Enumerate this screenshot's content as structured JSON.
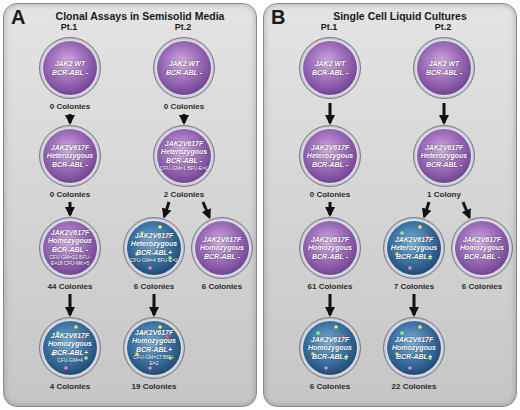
{
  "diagram": {
    "nodes": [
      {
        "text": [
          "A",
          "Clonal Assays in Semisolid Media"
        ]
      },
      {
        "text": [
          "JAK2 WT",
          "BCR-ABL -",
          "0 Colonies"
        ],
        "in": 0
      },
      {
        "text": [
          "JAK2V617F Heterozygous",
          "BCR-ABL -",
          "0 Colonies"
        ],
        "in": 0
      },
      {
        "text": [
          "JAK2V617F Homozygous",
          "BCR-ABL -",
          "CFU-GM=21 BFU-E=18 CFU-MK=5",
          "44 Colonies"
        ],
        "in": 0
      },
      {
        "text": [
          "JAK2V617F Homozygous",
          "BCR-ABL+",
          "CFU-GM=4",
          "4 Colonies"
        ],
        "in": 0
      },
      {
        "text": [
          "JAK2 WT",
          "BCR-ABL -",
          "0 Colonies"
        ],
        "in": 0
      },
      {
        "text": [
          "JAK2V617F Heterozygous",
          "BCR-ABL -",
          "CFU-GM=1 BFU-E=1",
          "2 Colonies"
        ],
        "in": 0
      },
      {
        "text": [
          "JAK2V617F Heterozygous",
          "BCR-ABL+",
          "CFU-GM=4 BFU-E=2",
          "6 Colonies"
        ],
        "in": 0
      },
      {
        "text": [
          "JAK2V617F Homozygous",
          "BCR-ABL -",
          "6 Colonies"
        ],
        "in": 0
      },
      {
        "text": [
          "JAK2V617F Homozygous",
          "BCR-ABL+",
          "CFU-GM=17 BFU-E=2",
          "19 Colonies"
        ],
        "in": 0
      },
      {
        "text": [
          "B",
          "Single Cell Liquid Cultures"
        ]
      },
      {
        "text": [
          "JAK2 WT",
          "BCR-ABL -"
        ],
        "in": 10
      },
      {
        "text": [
          "JAK2V617F Heterozygous",
          "BCR-ABL -",
          "0 Colonies"
        ],
        "in": 10
      },
      {
        "text": [
          "JAK2V617F Homozygous",
          "BCR-ABL -",
          "61 Colonies"
        ],
        "in": 10
      },
      {
        "text": [
          "JAK2V617F Homozygous",
          "BCR-ABL+",
          "6 Colonies"
        ],
        "in": 10
      },
      {
        "text": [
          "JAK2 WT",
          "BCR-ABL -"
        ],
        "in": 10
      },
      {
        "text": [
          "JAK2V617F Heterozygous",
          "BCR-ABL -",
          "1 Colony"
        ],
        "in": 10
      },
      {
        "text": [
          "JAK2V617F Heterozygous",
          "BCR-ABL+",
          "7 Colonies"
        ],
        "in": 10
      },
      {
        "text": [
          "JAK2V617F Homozygous",
          "BCR-ABL -",
          "6 Colonies"
        ],
        "in": 10
      },
      {
        "text": [
          "JAK2V617F Homozygous",
          "BCR-ABL+",
          "22 Colonies"
        ],
        "in": 10
      }
    ],
    "edges": [
      {
        "from": 1,
        "to": 2,
        "arrow": "to"
      },
      {
        "from": 2,
        "to": 3,
        "arrow": "to"
      },
      {
        "from": 3,
        "to": 4,
        "arrow": "to"
      },
      {
        "from": 5,
        "to": 6,
        "arrow": "to"
      },
      {
        "from": 6,
        "to": 7,
        "arrow": "to"
      },
      {
        "from": 6,
        "to": 8,
        "arrow": "to"
      },
      {
        "from": 7,
        "to": 9,
        "arrow": "to"
      },
      {
        "from": 11,
        "to": 12,
        "arrow": "to"
      },
      {
        "from": 12,
        "to": 13,
        "arrow": "to"
      },
      {
        "from": 13,
        "to": 14,
        "arrow": "to"
      },
      {
        "from": 15,
        "to": 16,
        "arrow": "to"
      },
      {
        "from": 16,
        "to": 17,
        "arrow": "to"
      },
      {
        "from": 16,
        "to": 18,
        "arrow": "to"
      },
      {
        "from": 17,
        "to": 19,
        "arrow": "to"
      }
    ],
    "labels": [
      "Pt.1",
      "Pt.2",
      "Pt.1",
      "Pt.2"
    ]
  }
}
